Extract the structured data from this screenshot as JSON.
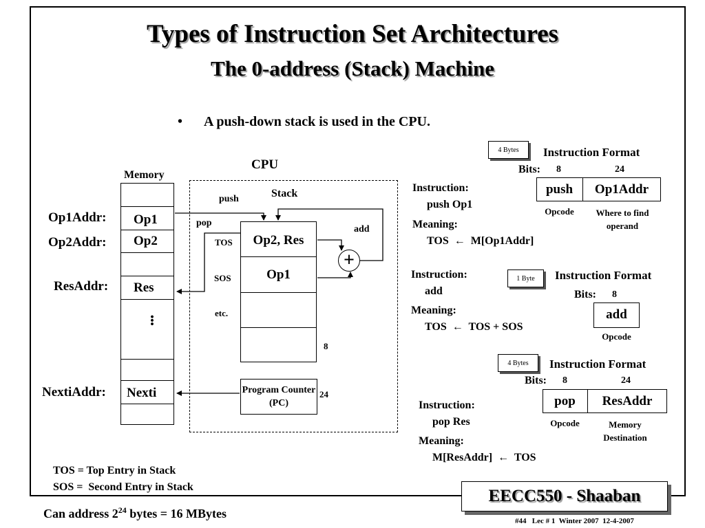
{
  "slide": {
    "title": "Types of Instruction Set Architectures",
    "subtitle": "The 0-address (Stack) Machine",
    "bullet_mark": "•",
    "bullet": "A push-down stack is used in the CPU.",
    "footer_badge": "EECC550 - Shaaban",
    "footer_info": "#44   Lec # 1  Winter 2007  12-4-2007"
  },
  "memory": {
    "title": "Memory",
    "cells": [
      "Op1",
      "Op2",
      "Res",
      "Nexti"
    ],
    "dots": "•••",
    "labels": [
      "Op1Addr:",
      "Op2Addr:",
      "ResAddr:",
      "NextiAddr:"
    ]
  },
  "cpu": {
    "title": "CPU",
    "stack_label": "Stack",
    "push": "push",
    "pop": "pop",
    "add": "add",
    "plus": "+",
    "tos": "TOS",
    "sos": "SOS",
    "etc": "etc.",
    "stack_cells": [
      "Op2, Res",
      "Op1"
    ],
    "stack_width": "8",
    "pc_label": "Program Counter (PC)",
    "pc_width": "24"
  },
  "push_instr": {
    "size": "4 Bytes",
    "format_title": "Instruction Format",
    "bits_label": "Bits:",
    "bits": [
      "8",
      "24"
    ],
    "fields": [
      "push",
      "Op1Addr"
    ],
    "field_desc": [
      "Opcode",
      "Where to find operand"
    ],
    "instr_label": "Instruction:",
    "instr": "push  Op1",
    "meaning_label": "Meaning:",
    "meaning_lhs": "TOS",
    "arrow": "←",
    "meaning_rhs": "M[Op1Addr]"
  },
  "add_instr": {
    "size": "1 Byte",
    "format_title": "Instruction Format",
    "bits_label": "Bits:",
    "bits": [
      "8"
    ],
    "fields": [
      "add"
    ],
    "field_desc": [
      "Opcode"
    ],
    "instr_label": "Instruction:",
    "instr": "add",
    "meaning_label": "Meaning:",
    "meaning_lhs": "TOS",
    "arrow": "←",
    "meaning_rhs": "TOS + SOS"
  },
  "pop_instr": {
    "size": "4 Bytes",
    "format_title": "Instruction Format",
    "bits_label": "Bits:",
    "bits": [
      "8",
      "24"
    ],
    "fields": [
      "pop",
      "ResAddr"
    ],
    "field_desc": [
      "Opcode",
      "Memory Destination"
    ],
    "instr_label": "Instruction:",
    "instr": "pop Res",
    "meaning_label": "Meaning:",
    "meaning_lhs": "M[ResAddr]",
    "arrow": "←",
    "meaning_rhs": "TOS"
  },
  "legend": {
    "tos": "TOS = Top Entry in Stack",
    "sos": "SOS =  Second Entry in Stack"
  },
  "address_note": {
    "prefix": "Can address 2",
    "exp": "24",
    "suffix": " bytes = 16 MBytes"
  }
}
